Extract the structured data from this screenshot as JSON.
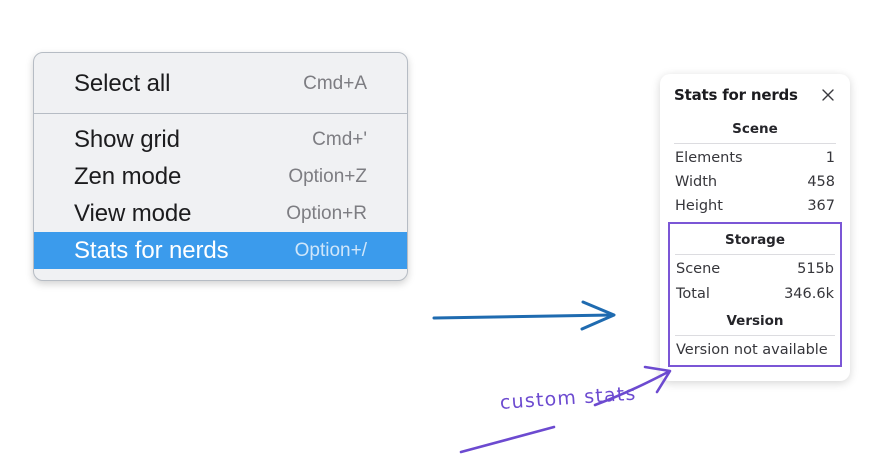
{
  "context_menu": {
    "name": "canvas-context-menu",
    "sections": [
      {
        "items": [
          {
            "label": "Select all",
            "shortcut": "Cmd+A",
            "selected": false
          }
        ]
      },
      {
        "items": [
          {
            "label": "Show grid",
            "shortcut": "Cmd+'",
            "selected": false
          },
          {
            "label": "Zen mode",
            "shortcut": "Option+Z",
            "selected": false
          },
          {
            "label": "View mode",
            "shortcut": "Option+R",
            "selected": false
          },
          {
            "label": "Stats for nerds",
            "shortcut": "Option+/",
            "selected": true
          }
        ]
      }
    ]
  },
  "stats_panel": {
    "title": "Stats for nerds",
    "close_icon": "close-icon",
    "groups": [
      {
        "heading": "Scene",
        "highlighted": false,
        "rows": [
          {
            "label": "Elements",
            "value": "1"
          },
          {
            "label": "Width",
            "value": "458"
          },
          {
            "label": "Height",
            "value": "367"
          }
        ]
      },
      {
        "heading": "Storage",
        "highlighted": true,
        "rows": [
          {
            "label": "Scene",
            "value": "515b"
          },
          {
            "label": "Total",
            "value": "346.6k"
          }
        ]
      },
      {
        "heading": "Version",
        "highlighted": true,
        "note": "Version not available"
      }
    ]
  },
  "annotations": {
    "handwritten_label": "custom stats",
    "arrow_blue_color": "#1f6bb0",
    "arrow_purple_color": "#6c4ad0",
    "highlight_color": "#7b56d6",
    "menu_selection_color": "#3b9bec"
  }
}
